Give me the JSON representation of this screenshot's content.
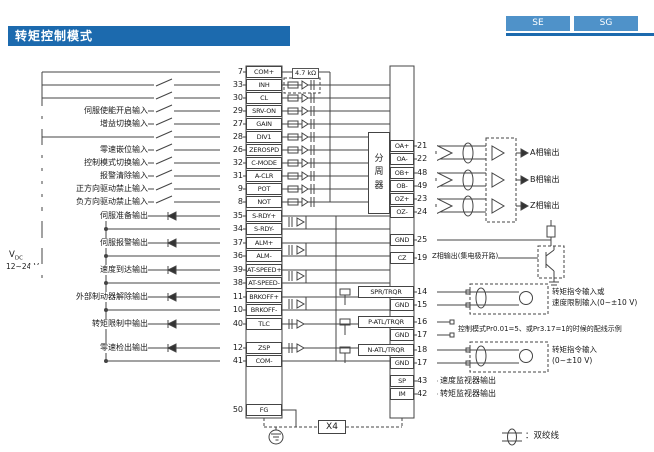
{
  "header": {
    "title": "转矩控制模式",
    "tabs": [
      {
        "label": "SE"
      },
      {
        "label": "SG"
      }
    ],
    "accent_color": "#1c6aae"
  },
  "power": {
    "v": "V",
    "sub": "DC",
    "range": "12~24 V"
  },
  "notes": {
    "resistor": "4.7 kΩ"
  },
  "x4": {
    "label": "X4"
  },
  "legend": {
    "label": "：双绞线"
  },
  "divider": {
    "label": "分周器"
  },
  "inputs": {
    "rows": [
      {
        "pin": "7",
        "name": "COM+",
        "desc": ""
      },
      {
        "pin": "33",
        "name": "INH",
        "desc": ""
      },
      {
        "pin": "30",
        "name": "CL",
        "desc": ""
      },
      {
        "pin": "29",
        "name": "SRV-ON",
        "desc": "伺服使能开启输入"
      },
      {
        "pin": "27",
        "name": "GAIN",
        "desc": "增益切换输入"
      },
      {
        "pin": "28",
        "name": "DIV1",
        "desc": ""
      },
      {
        "pin": "26",
        "name": "ZEROSPD",
        "desc": "零速嵌位输入"
      },
      {
        "pin": "32",
        "name": "C-MODE",
        "desc": "控制模式切换输入"
      },
      {
        "pin": "31",
        "name": "A-CLR",
        "desc": "报警清除输入"
      },
      {
        "pin": "9",
        "name": "POT",
        "desc": "正方向驱动禁止输入"
      },
      {
        "pin": "8",
        "name": "NOT",
        "desc": "负方向驱动禁止输入"
      }
    ]
  },
  "outputs": {
    "rows": [
      {
        "pin": "35",
        "name": "S-RDY+",
        "desc": "伺服准备输出"
      },
      {
        "pin": "34",
        "name": "S-RDY-",
        "desc": ""
      },
      {
        "pin": "37",
        "name": "ALM+",
        "desc": "伺服报警输出"
      },
      {
        "pin": "36",
        "name": "ALM-",
        "desc": ""
      },
      {
        "pin": "39",
        "name": "AT-SPEED+",
        "desc": "速度到达输出"
      },
      {
        "pin": "38",
        "name": "AT-SPEED-",
        "desc": ""
      },
      {
        "pin": "11",
        "name": "BRKOFF+",
        "desc": "外部制动器解除输出"
      },
      {
        "pin": "10",
        "name": "BRKOFF-",
        "desc": ""
      },
      {
        "pin": "40",
        "name": "TLC",
        "desc": "转矩限制中输出"
      },
      {
        "pin": "12",
        "name": "ZSP",
        "desc": "零速检出输出"
      },
      {
        "pin": "41",
        "name": "COM-",
        "desc": ""
      },
      {
        "pin": "50",
        "name": "FG",
        "desc": ""
      }
    ]
  },
  "encoder": {
    "rows": [
      {
        "pin": "21",
        "name": "OA+"
      },
      {
        "pin": "22",
        "name": "OA-"
      },
      {
        "pin": "48",
        "name": "OB+"
      },
      {
        "pin": "49",
        "name": "OB-"
      },
      {
        "pin": "23",
        "name": "OZ+"
      },
      {
        "pin": "24",
        "name": "OZ-"
      }
    ],
    "phases": [
      {
        "label": "A相输出"
      },
      {
        "label": "B相输出"
      },
      {
        "label": "Z相输出"
      }
    ],
    "gnd": {
      "pin": "25",
      "name": "GND"
    },
    "cz": {
      "pin": "19",
      "name": "CZ",
      "desc": "Z相输出(集电极开路)"
    }
  },
  "analog": {
    "rows": [
      {
        "pin": "14",
        "name": "SPR/TRQR"
      },
      {
        "pin": "15",
        "name": "GND"
      },
      {
        "pin": "16",
        "name": "P-ATL/TRQR"
      },
      {
        "pin": "17",
        "name": "GND"
      },
      {
        "pin": "18",
        "name": "N-ATL/TRQR"
      },
      {
        "pin": "17",
        "name": "GND"
      }
    ],
    "note_top_1": "转矩指令输入或",
    "note_top_2": "速度限制输入(0~±10 V)",
    "note_mid": "控制模式Pr0.01=5、或Pr3.17=1的时候的配线示例",
    "note_bottom_1": "转矩指令输入",
    "note_bottom_2": "(0~±10 V)"
  },
  "monitors": {
    "rows": [
      {
        "pin": "43",
        "name": "SP",
        "desc": "速度监视器输出"
      },
      {
        "pin": "42",
        "name": "IM",
        "desc": "转矩监视器输出"
      }
    ]
  }
}
